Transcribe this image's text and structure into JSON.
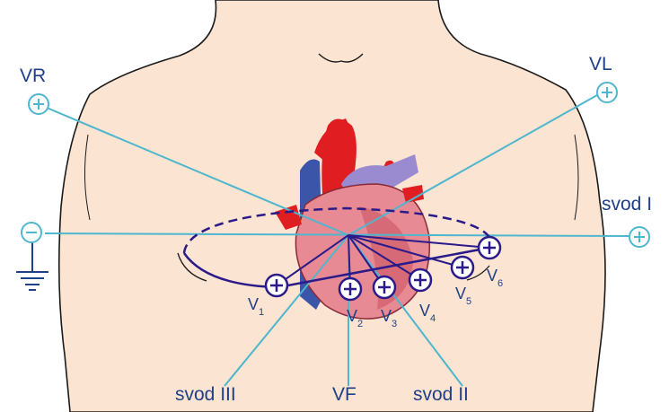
{
  "labels": {
    "vr": "VR",
    "vl": "VL",
    "svod_i": "svod I",
    "svod_ii": "svod II",
    "svod_iii": "svod III",
    "vf": "VF"
  },
  "precordial": [
    {
      "letter": "V",
      "num": "1"
    },
    {
      "letter": "V",
      "num": "2"
    },
    {
      "letter": "V",
      "num": "3"
    },
    {
      "letter": "V",
      "num": "4"
    },
    {
      "letter": "V",
      "num": "5"
    },
    {
      "letter": "V",
      "num": "6"
    }
  ],
  "colors": {
    "skin": "#fbe4d1",
    "outline": "#1a1a1a",
    "lead_line": "#4fb6cf",
    "precordial_line": "#2a1a8a",
    "label": "#1f3f86",
    "heart": "#e88a94",
    "aorta": "#e01e22",
    "vena": "#3b55a8",
    "pulmonary": "#9a8ad0"
  },
  "icons": {
    "positive_electrode": "plus-circle-icon",
    "negative_electrode": "minus-circle-icon",
    "ground": "ground-icon"
  }
}
